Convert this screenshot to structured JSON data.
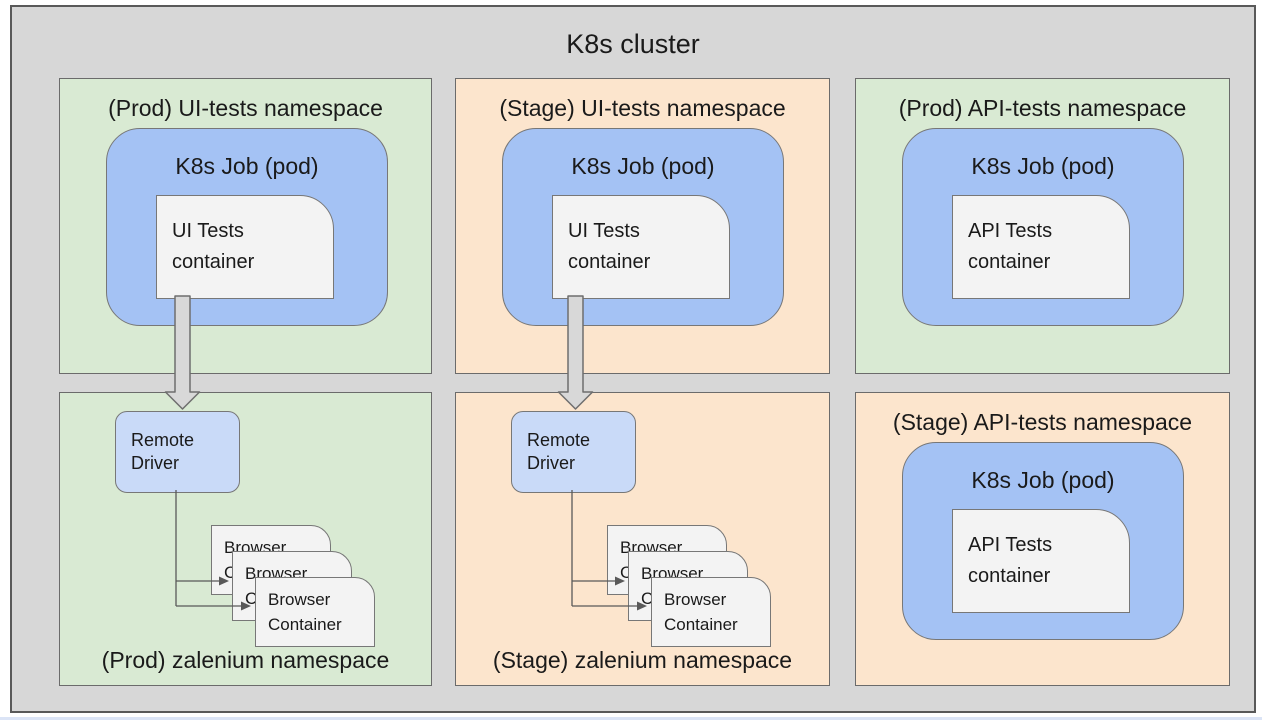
{
  "title": "K8s cluster",
  "colors": {
    "page_bg": "#ffffff",
    "cluster_bg": "#d7d7d7",
    "cluster_border": "#595959",
    "panel_border": "#6b6b6b",
    "green": "#d9ead3",
    "peach": "#fce5cd",
    "job_blue": "#a4c2f4",
    "driver_blue": "#c9daf8",
    "container_gray": "#f3f3f3",
    "shape_border": "#777777",
    "arrow_fill": "#d8d8d8",
    "arrow_border": "#6e6e6e",
    "connector": "#595959",
    "text": "#1a1a1a",
    "bottom_strip": "#dbe4f6"
  },
  "panels": [
    {
      "title": "(Prod) UI-tests namespace",
      "job_label": "K8s Job (pod)",
      "container_lines": [
        "UI Tests",
        "container"
      ]
    },
    {
      "title": "(Stage) UI-tests namespace",
      "job_label": "K8s Job (pod)",
      "container_lines": [
        "UI Tests",
        "container"
      ]
    },
    {
      "title": "(Prod) API-tests namespace",
      "job_label": "K8s Job (pod)",
      "container_lines": [
        "API Tests",
        "container"
      ]
    },
    {
      "title": "(Prod) zalenium namespace",
      "remote_driver_lines": [
        "Remote",
        "Driver"
      ],
      "browser_lines": [
        "Browser",
        "Container"
      ]
    },
    {
      "title": "(Stage) zalenium namespace",
      "remote_driver_lines": [
        "Remote",
        "Driver"
      ],
      "browser_lines": [
        "Browser",
        "Container"
      ]
    },
    {
      "title": "(Stage) API-tests namespace",
      "job_label": "K8s Job (pod)",
      "container_lines": [
        "API Tests",
        "container"
      ]
    }
  ]
}
